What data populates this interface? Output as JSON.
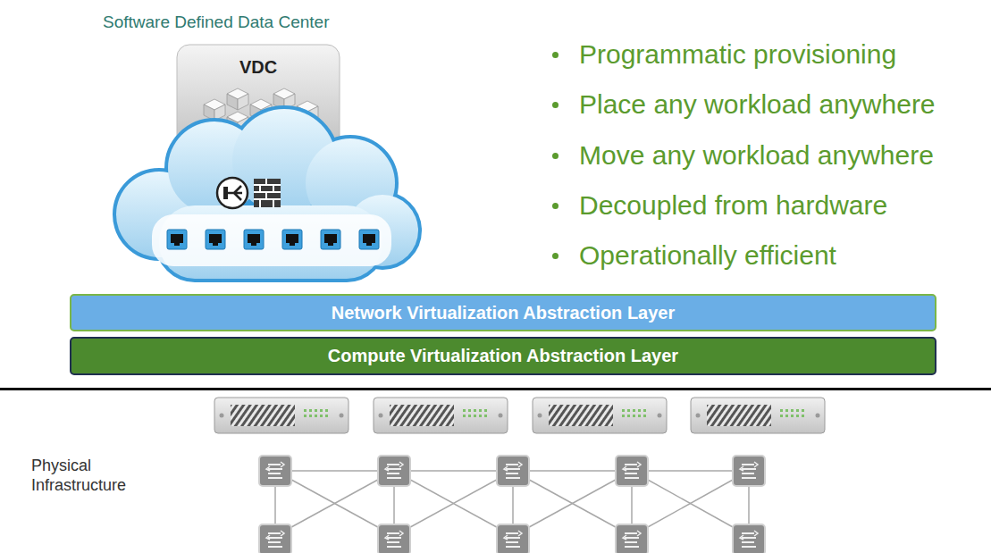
{
  "diagram": {
    "title": "Software Defined Data Center",
    "nodes": [
      {
        "text": [
          "VDC"
        ]
      },
      {
        "text": [
          "Network Virtualization Abstraction Layer"
        ]
      },
      {
        "text": [
          "Compute Virtualization Abstraction Layer"
        ]
      }
    ],
    "labels": [
      "Programmatic provisioning",
      "Place any workload anywhere",
      "Move any workload anywhere",
      "Decoupled from hardware",
      "Operationally efficient",
      "Physical Infrastructure"
    ]
  }
}
